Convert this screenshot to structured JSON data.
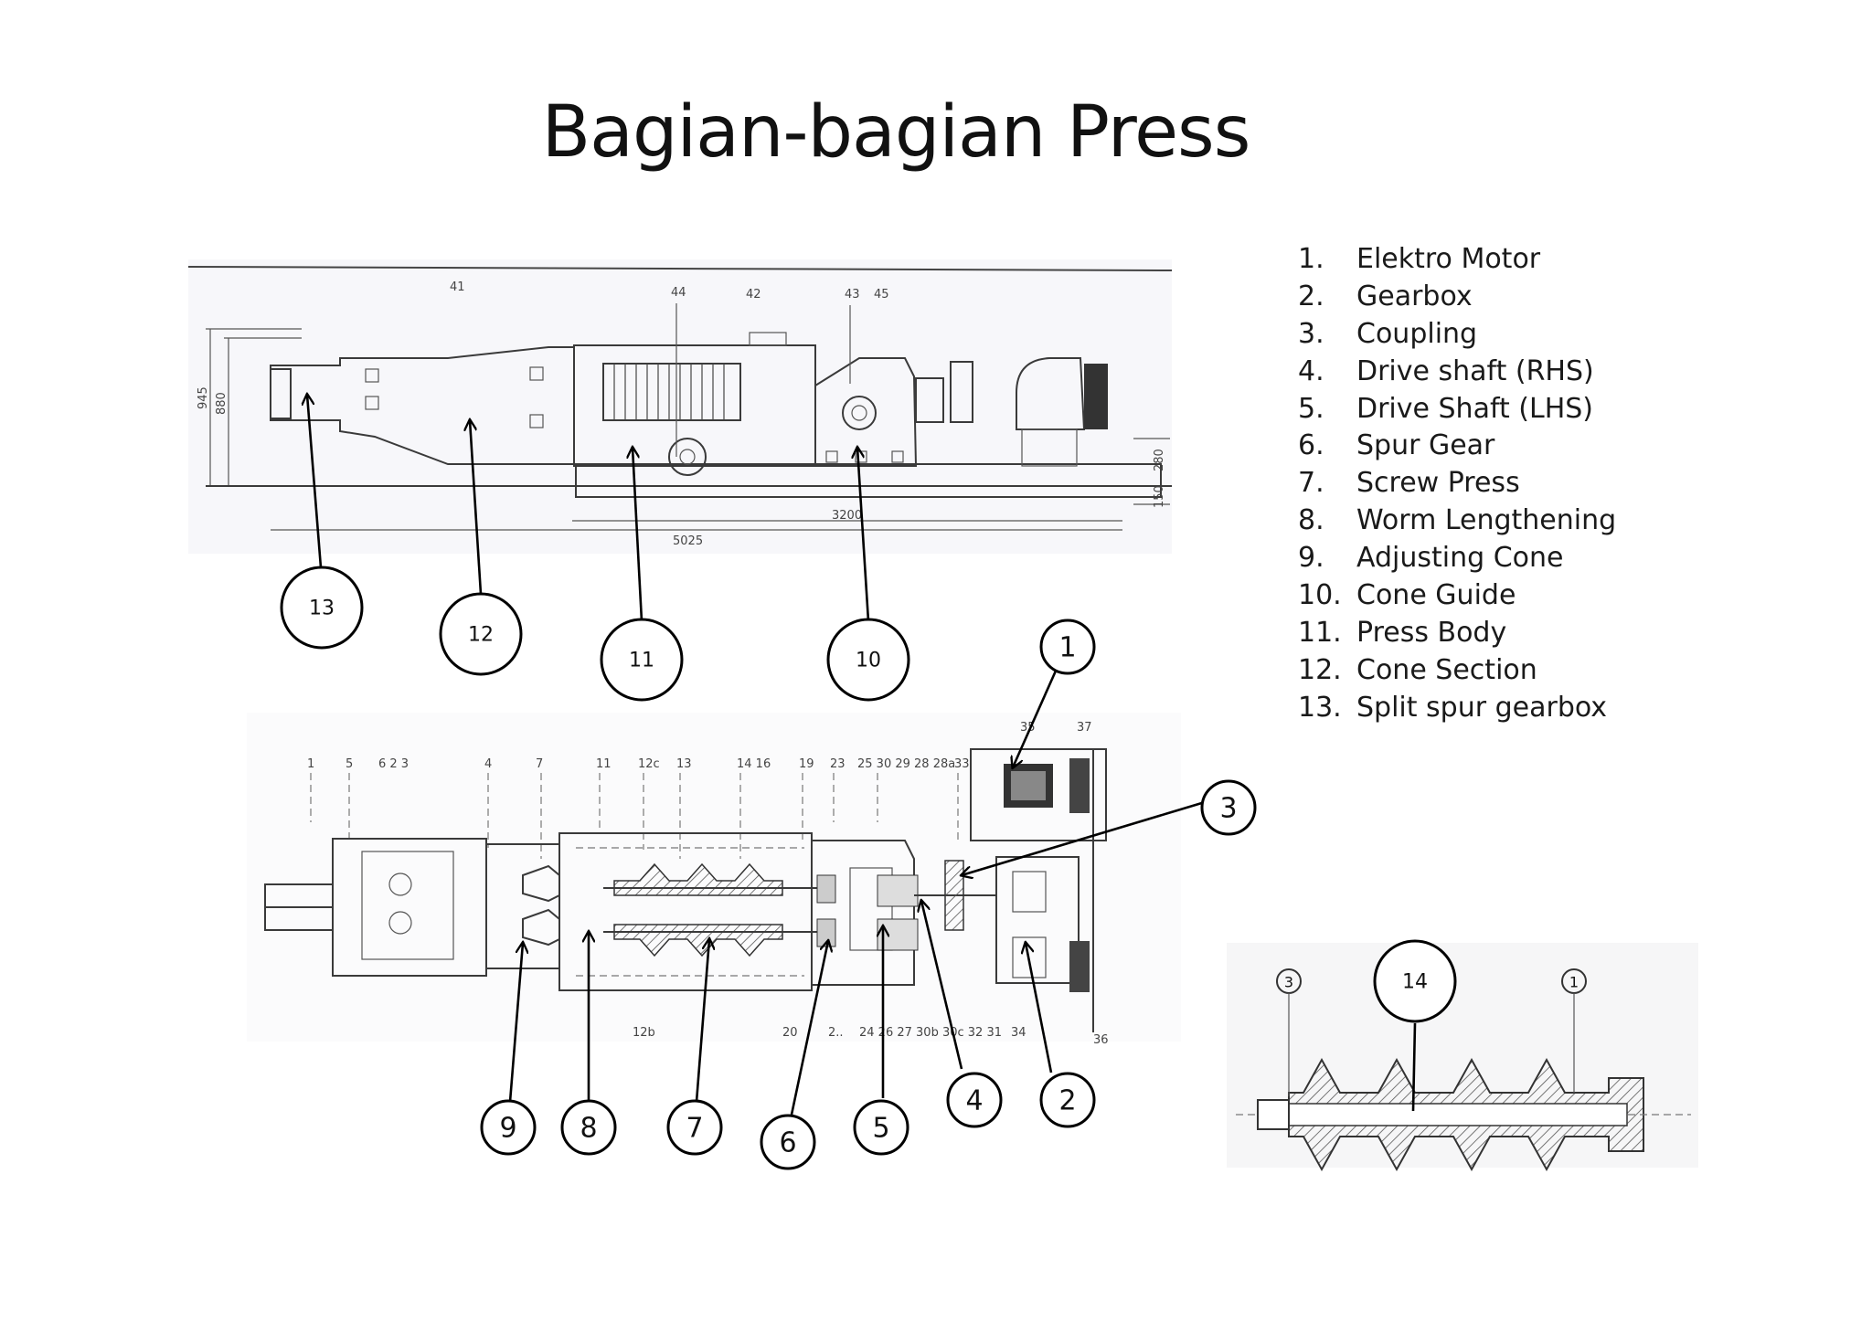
{
  "title": "Bagian-bagian Press",
  "parts": [
    {
      "num": "1.",
      "name": "Elektro Motor"
    },
    {
      "num": "2.",
      "name": "Gearbox"
    },
    {
      "num": "3.",
      "name": "Coupling"
    },
    {
      "num": "4.",
      "name": "Drive shaft (RHS)"
    },
    {
      "num": "5.",
      "name": "Drive Shaft (LHS)"
    },
    {
      "num": "6.",
      "name": "Spur Gear"
    },
    {
      "num": "7.",
      "name": "Screw Press"
    },
    {
      "num": "8.",
      "name": "Worm Lengthening"
    },
    {
      "num": "9.",
      "name": "Adjusting Cone"
    },
    {
      "num": "10.",
      "name": "Cone Guide"
    },
    {
      "num": "11.",
      "name": "Press Body"
    },
    {
      "num": "12.",
      "name": "Cone Section"
    },
    {
      "num": "13.",
      "name": "Split spur gearbox"
    }
  ],
  "callouts": {
    "c1": "1",
    "c2": "2",
    "c3": "3",
    "c4": "4",
    "c5": "5",
    "c6": "6",
    "c7": "7",
    "c8": "8",
    "c9": "9",
    "c10": "10",
    "c11": "11",
    "c12": "12",
    "c13": "13",
    "c14": "14"
  },
  "side_view_labels": {
    "p41": "41",
    "p44": "44",
    "p42": "42",
    "p43": "43",
    "p45": "45",
    "dim945": "945",
    "dim880": "880",
    "dim3200": "3200",
    "dim5025": "5025",
    "dim150": "150",
    "dim280": "280"
  },
  "plan_view_labels": {
    "top": [
      "1",
      "5",
      "6 2 3",
      "4",
      "7",
      "11",
      "12c",
      "13",
      "14 16",
      "19",
      "23",
      "25 30 29 28 28a",
      "33",
      "35",
      "37"
    ],
    "bottom": [
      "12b",
      "20",
      "2..",
      "24 26 27 30b 30c 32 31",
      "34",
      "36"
    ]
  },
  "detail_labels": {
    "d3": "3",
    "d1": "1"
  }
}
